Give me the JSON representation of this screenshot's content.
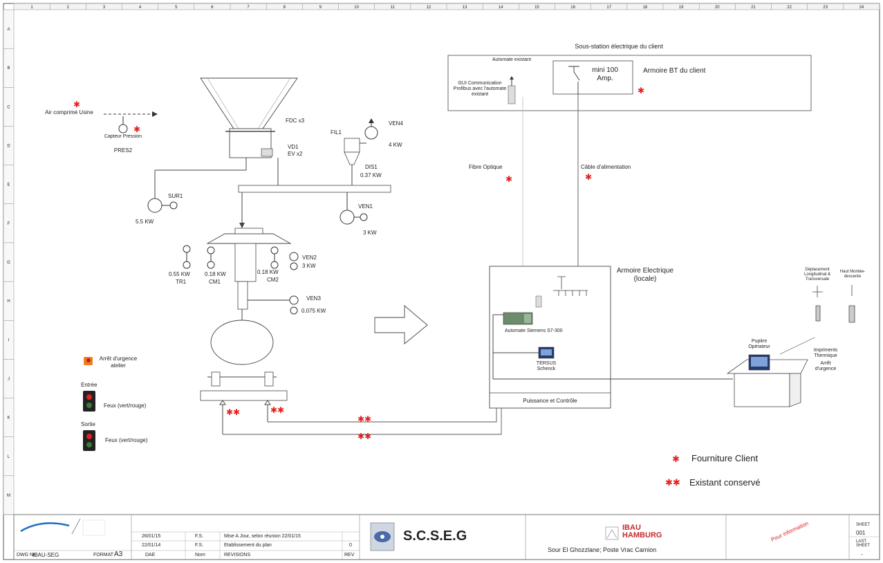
{
  "colors": {
    "line": "#333333",
    "grid": "#dddddd",
    "red": "#e3211f",
    "paper": "#ffffff",
    "header": "#e8e8e8"
  },
  "ruler_top": [
    "1",
    "2",
    "3",
    "4",
    "5",
    "6",
    "7",
    "8",
    "9",
    "10",
    "11",
    "12",
    "13",
    "14",
    "15",
    "16",
    "17",
    "18",
    "19",
    "20",
    "21",
    "22",
    "23",
    "24"
  ],
  "ruler_left": [
    "A",
    "B",
    "C",
    "D",
    "E",
    "F",
    "G",
    "H",
    "I",
    "J",
    "K",
    "L",
    "M"
  ],
  "substation": {
    "title": "Sous-station électrique du client",
    "automate_label": "Automate existant",
    "link_label": "GUI Communication Profibus avec l'automate existant",
    "breaker_label": "mini 100 Amp.",
    "cabinet_label": "Armoire BT du client"
  },
  "air": {
    "label": "Air comprimé Usine",
    "sensor_label": "Capteur Pression",
    "sensor_id": "PRES2"
  },
  "hopper": {
    "fdc": "FDC x3",
    "vd1": "VD1",
    "ev": "EV x2"
  },
  "filter": {
    "fil": "FIL1",
    "dis": "DIS1",
    "dis_kw": "0.37 KW",
    "ven4": "VEN4",
    "ven4_kw": "4 KW"
  },
  "sur": {
    "label": "SUR1",
    "kw": "5.5 KW"
  },
  "ven1": {
    "label": "VEN1",
    "kw": "3 KW"
  },
  "ven2": {
    "label": "VEN2",
    "kw": "3 KW"
  },
  "ven3": {
    "label": "VEN3",
    "kw": "0.075 KW"
  },
  "motors": [
    {
      "kw": "0.55 KW",
      "id": "TR1"
    },
    {
      "kw": "0.18 KW",
      "id": "CM1"
    },
    {
      "kw": "0.18 KW",
      "id": "CM2"
    }
  ],
  "links": {
    "fibre": "Fibre Optique",
    "cable": "Câble d'alimentation"
  },
  "armoire": {
    "title": "Armoire Electrique (locale)",
    "plc": "Automate Siemens S7-300",
    "hmi": "TERSUS Schenck",
    "footer": "Puissance et Contrôle"
  },
  "pupitre": {
    "label": "Pupitre Opérateur",
    "side": "Impriments Thermique",
    "arret": "Arrêt d'urgence",
    "joystick1": "Déplacement Longitudinal & Transversale",
    "joystick2": "Haut Montée-descente"
  },
  "left_items": {
    "emergency": "Arrêt d'urgence atelier",
    "entry": "Entrée",
    "exit": "Sortie",
    "lights": "Feux (vert/rouge)"
  },
  "legend": {
    "single": "Fourniture Client",
    "double": "Existant conservé"
  },
  "title_block": {
    "dwg_label": "DWG Nr.",
    "dwg_value": "IBAU-SEG",
    "format_label": "FORMAT",
    "format_value": "A3",
    "revisions": [
      {
        "date": "26/01/15",
        "by": "F.S.",
        "text": "Mise A Jour, selon réunion 22/01/15",
        "rev": ""
      },
      {
        "date": "22/01/14",
        "by": "F.S.",
        "text": "Etablissement du plan",
        "rev": "0"
      }
    ],
    "rev_header": {
      "date": "DAE",
      "by": "Nom",
      "text": "REVISIONS",
      "rev": "REV"
    },
    "client": "S.C.S.E.G",
    "company": "IBAU HAMBURG",
    "project": "Sour El Ghozzlane; Poste Vrac Camion",
    "stamp": "Pour information",
    "sheet_label": "SHEET",
    "sheet_value": "001",
    "last_label": "LAST SHEET",
    "last_value": "-"
  }
}
